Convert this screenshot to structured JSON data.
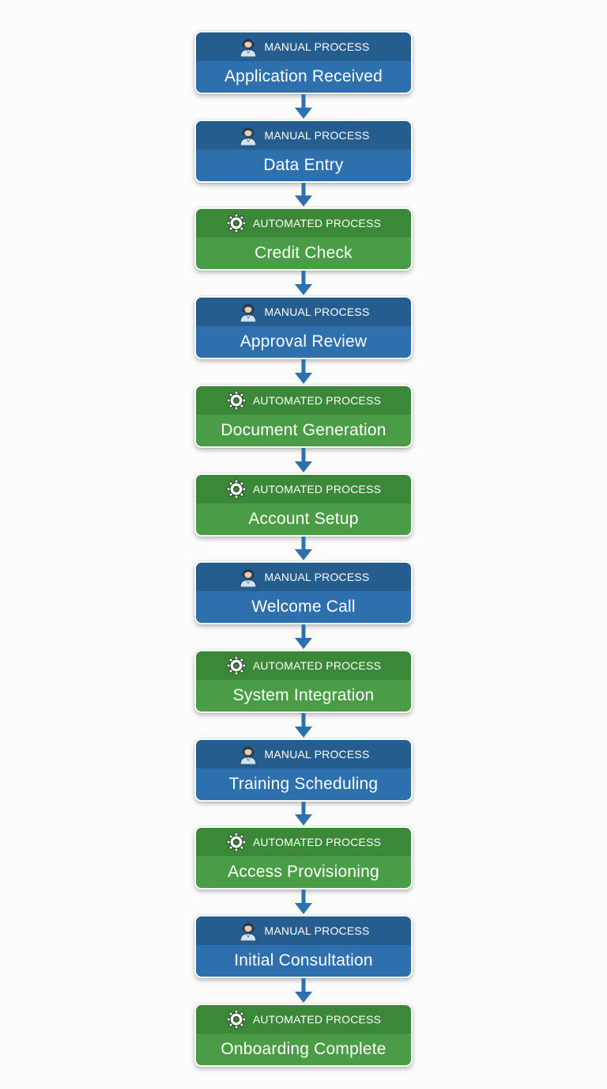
{
  "colors": {
    "manual_header": "#255d8f",
    "manual_body": "#2e6fad",
    "automated_header": "#3b8839",
    "automated_body": "#4a9c46",
    "connector": "#2e6fad",
    "background": "#fcfcfc"
  },
  "labels": {
    "manual": "MANUAL PROCESS",
    "automated": "AUTOMATED PROCESS"
  },
  "icons": {
    "manual": "operator-headset-icon",
    "automated": "gear-icon"
  },
  "steps": [
    {
      "type": "manual",
      "type_label": "MANUAL PROCESS",
      "title": "Application Received"
    },
    {
      "type": "manual",
      "type_label": "MANUAL PROCESS",
      "title": "Data Entry"
    },
    {
      "type": "automated",
      "type_label": "AUTOMATED PROCESS",
      "title": "Credit Check"
    },
    {
      "type": "manual",
      "type_label": "MANUAL PROCESS",
      "title": "Approval Review"
    },
    {
      "type": "automated",
      "type_label": "AUTOMATED PROCESS",
      "title": "Document Generation"
    },
    {
      "type": "automated",
      "type_label": "AUTOMATED PROCESS",
      "title": "Account Setup"
    },
    {
      "type": "manual",
      "type_label": "MANUAL PROCESS",
      "title": "Welcome Call"
    },
    {
      "type": "automated",
      "type_label": "AUTOMATED PROCESS",
      "title": "System Integration"
    },
    {
      "type": "manual",
      "type_label": "MANUAL PROCESS",
      "title": "Training Scheduling"
    },
    {
      "type": "automated",
      "type_label": "AUTOMATED PROCESS",
      "title": "Access Provisioning"
    },
    {
      "type": "manual",
      "type_label": "MANUAL PROCESS",
      "title": "Initial Consultation"
    },
    {
      "type": "automated",
      "type_label": "AUTOMATED PROCESS",
      "title": "Onboarding Complete"
    }
  ]
}
